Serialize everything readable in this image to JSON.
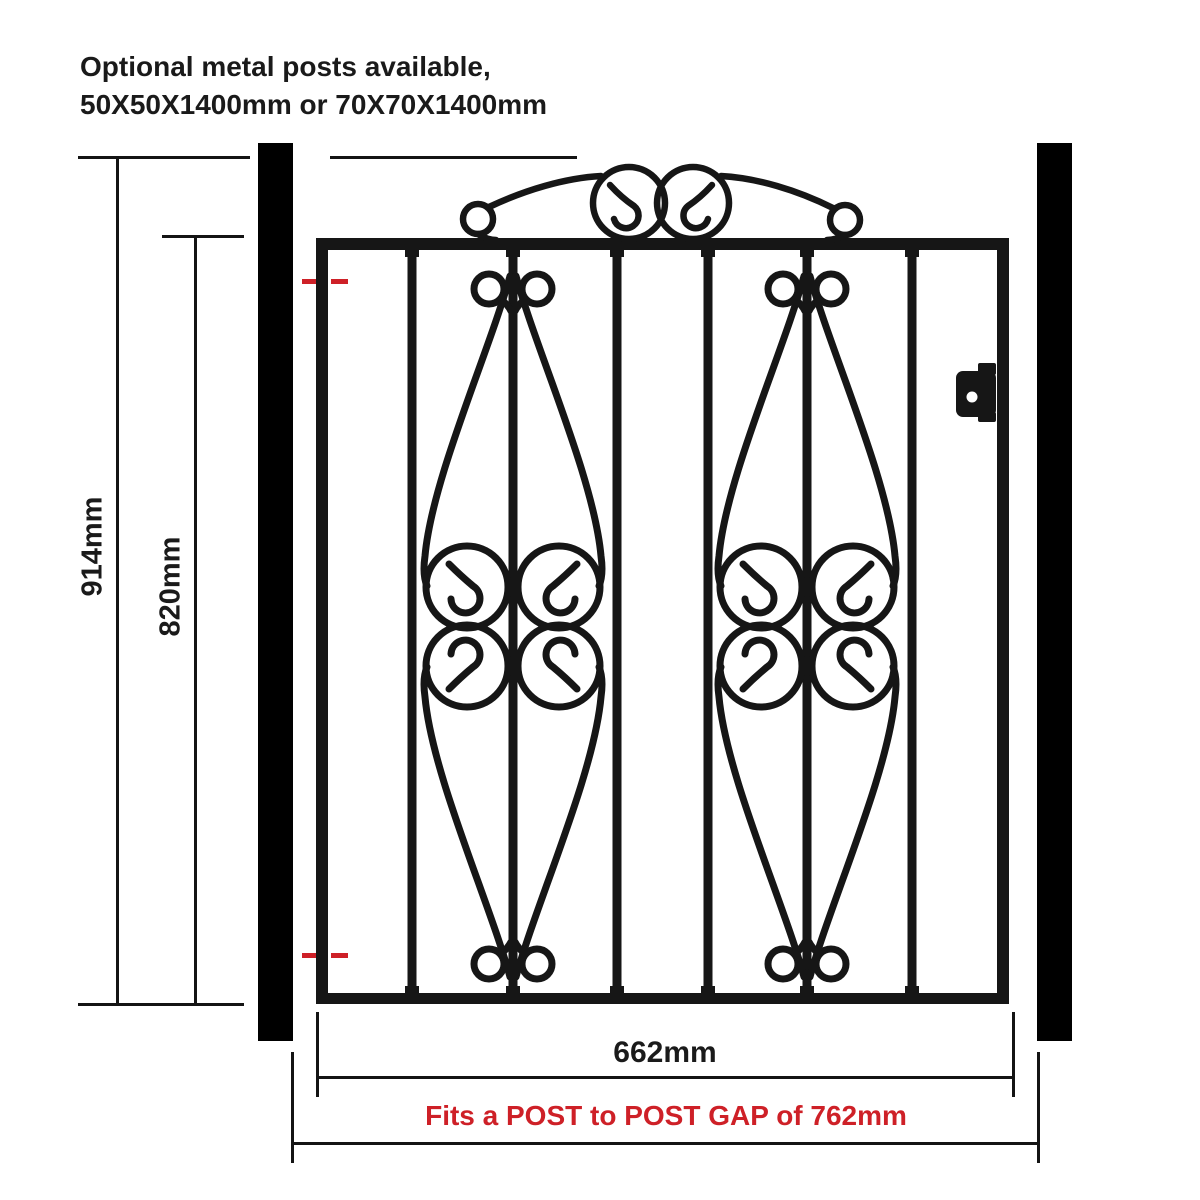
{
  "note": {
    "line1": "Optional metal posts available,",
    "line2": "50X50X1400mm or 70X70X1400mm"
  },
  "dimensions": {
    "overall_height": "914mm",
    "frame_height": "820mm",
    "gate_width": "662mm",
    "post_gap_note": "Fits a POST to POST GAP of 762mm"
  },
  "colors": {
    "metal": "#161616",
    "post": "#000000",
    "dimension_line": "#141414",
    "accent_red": "#ce2027",
    "background": "#ffffff"
  },
  "illustration": {
    "description": "Scroll-top metal garden gate between two square posts with latch"
  }
}
